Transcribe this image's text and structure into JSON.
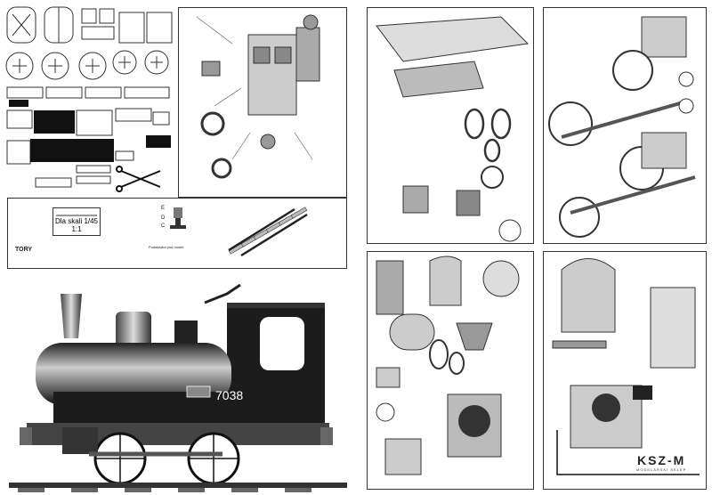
{
  "tracks_panel": {
    "title": "TORY",
    "scale_label_line1": "Dla skali 1/45",
    "scale_label_line2": "1:1",
    "stand_caption": "Podstawka pod model",
    "stand_letters": [
      "E",
      "D",
      "C"
    ]
  },
  "locomotive": {
    "number": "7038"
  },
  "logo": {
    "brand": "KSZ-M",
    "subtitle": "MODELARSKI SKLEP"
  },
  "colors": {
    "body": "#1a1a1a",
    "frame": "#333333",
    "background": "#ffffff"
  }
}
